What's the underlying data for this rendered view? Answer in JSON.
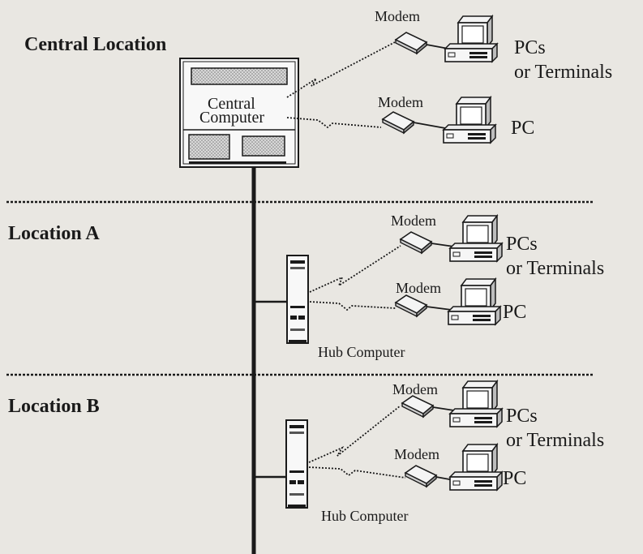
{
  "sections": {
    "central": {
      "label": "Central Location"
    },
    "a": {
      "label": "Location A"
    },
    "b": {
      "label": "Location B"
    }
  },
  "central_computer": {
    "line1": "Central",
    "line2": "Computer"
  },
  "hub_computer_label": "Hub Computer",
  "modem_label": "Modem",
  "pc_label": "PC",
  "pcs_label_line1": "PCs",
  "pcs_label_line2": "or Terminals",
  "colors": {
    "ink": "#1a1a1a",
    "paper": "#e9e7e2",
    "panel": "#bdbdbd"
  }
}
